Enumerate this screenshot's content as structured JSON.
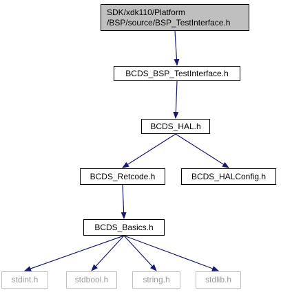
{
  "graph": {
    "title": "",
    "colors": {
      "edge": "#191970",
      "node_border": "#000000",
      "root_fill": "#bfbfbf",
      "external_border": "#bfbfbf",
      "external_text": "#9a9a9a"
    },
    "nodes": {
      "root": {
        "line1": "SDK/xdk110/Platform",
        "line2": "/BSP/source/BSP_TestInterface.h"
      },
      "bsp_testinterface": {
        "label": "BCDS_BSP_TestInterface.h"
      },
      "hal": {
        "label": "BCDS_HAL.h"
      },
      "retcode": {
        "label": "BCDS_Retcode.h"
      },
      "halconfig": {
        "label": "BCDS_HALConfig.h"
      },
      "basics": {
        "label": "BCDS_Basics.h"
      },
      "stdint": {
        "label": "stdint.h"
      },
      "stdbool": {
        "label": "stdbool.h"
      },
      "string": {
        "label": "string.h"
      },
      "stdlib": {
        "label": "stdlib.h"
      }
    },
    "edges": [
      {
        "from": "root",
        "to": "bsp_testinterface"
      },
      {
        "from": "bsp_testinterface",
        "to": "hal"
      },
      {
        "from": "hal",
        "to": "retcode"
      },
      {
        "from": "hal",
        "to": "halconfig"
      },
      {
        "from": "retcode",
        "to": "basics"
      },
      {
        "from": "basics",
        "to": "stdint"
      },
      {
        "from": "basics",
        "to": "stdbool"
      },
      {
        "from": "basics",
        "to": "string"
      },
      {
        "from": "basics",
        "to": "stdlib"
      }
    ]
  }
}
